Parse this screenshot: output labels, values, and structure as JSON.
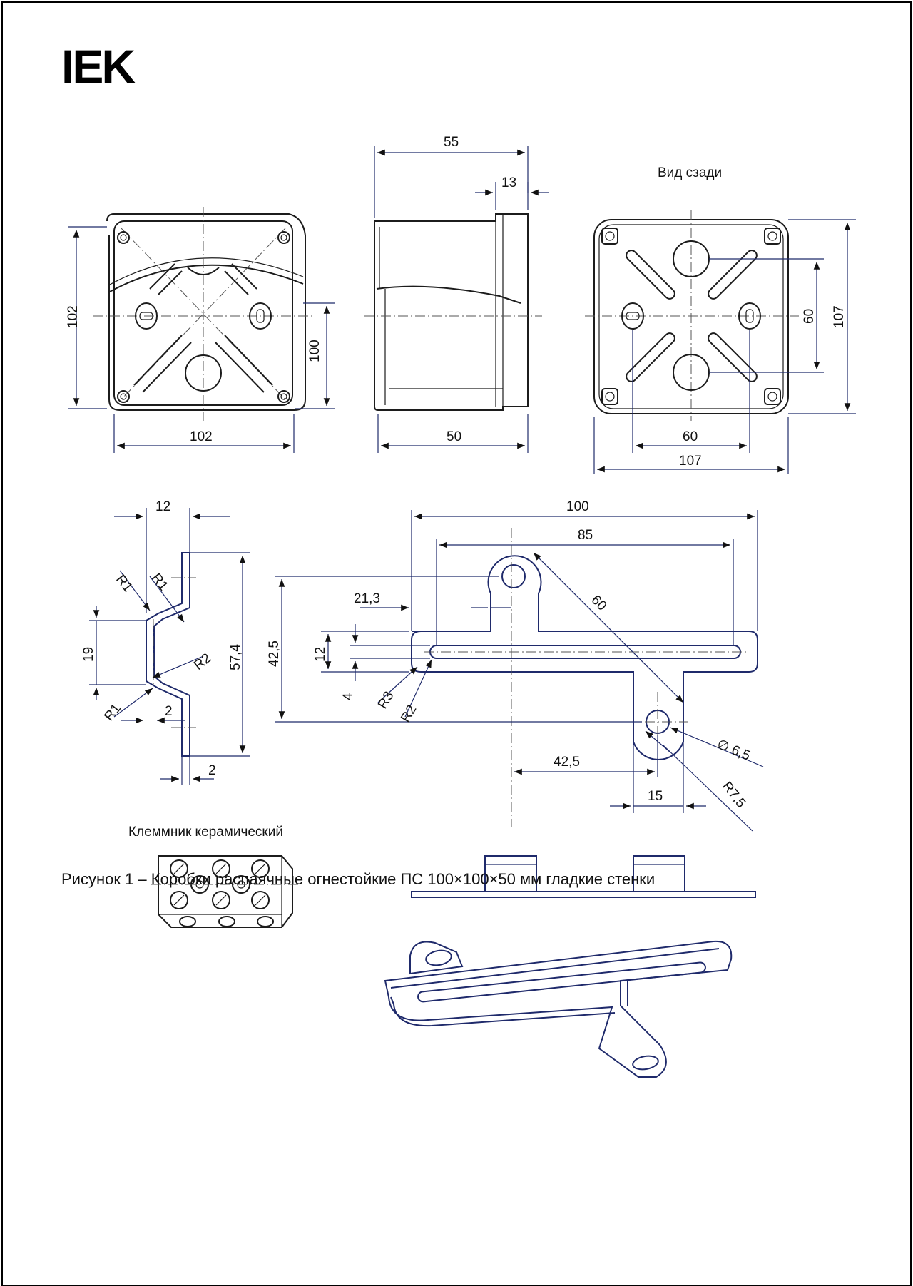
{
  "logo": {
    "text": "IEK"
  },
  "labels": {
    "rear_view": "Вид сзади",
    "terminal_block": "Клеммник керамический"
  },
  "caption": "Рисунок 1 – Коробки распаячные огнестойкие ПС 100×100×50 мм гладкие стенки",
  "dimensions": {
    "front_height": "102",
    "front_width": "102",
    "front_inner_height": "100",
    "side_depth_top": "55",
    "side_lid": "13",
    "side_depth_bottom": "50",
    "rear_hole_spacing_v": "60",
    "rear_height": "107",
    "rear_hole_spacing_h": "60",
    "rear_width": "107",
    "bracket_width": "12",
    "r1_a": "R1",
    "r1_b": "R1",
    "r1_c": "R1",
    "r2": "R2",
    "bracket_offset": "19",
    "bracket_thickness_a": "2",
    "bracket_thickness_b": "2",
    "bracket_height": "57,4",
    "plate_length": "100",
    "plate_slot_length": "85",
    "plate_diag": "60",
    "plate_offset": "21,3",
    "plate_height": "42,5",
    "plate_slot_width": "12",
    "plate_4": "4",
    "plate_r3": "R3",
    "plate_r2": "R2",
    "plate_hole_dia": "∅ 6,5",
    "plate_h_dist": "42,5",
    "plate_r75": "R7,5",
    "plate_15": "15"
  }
}
